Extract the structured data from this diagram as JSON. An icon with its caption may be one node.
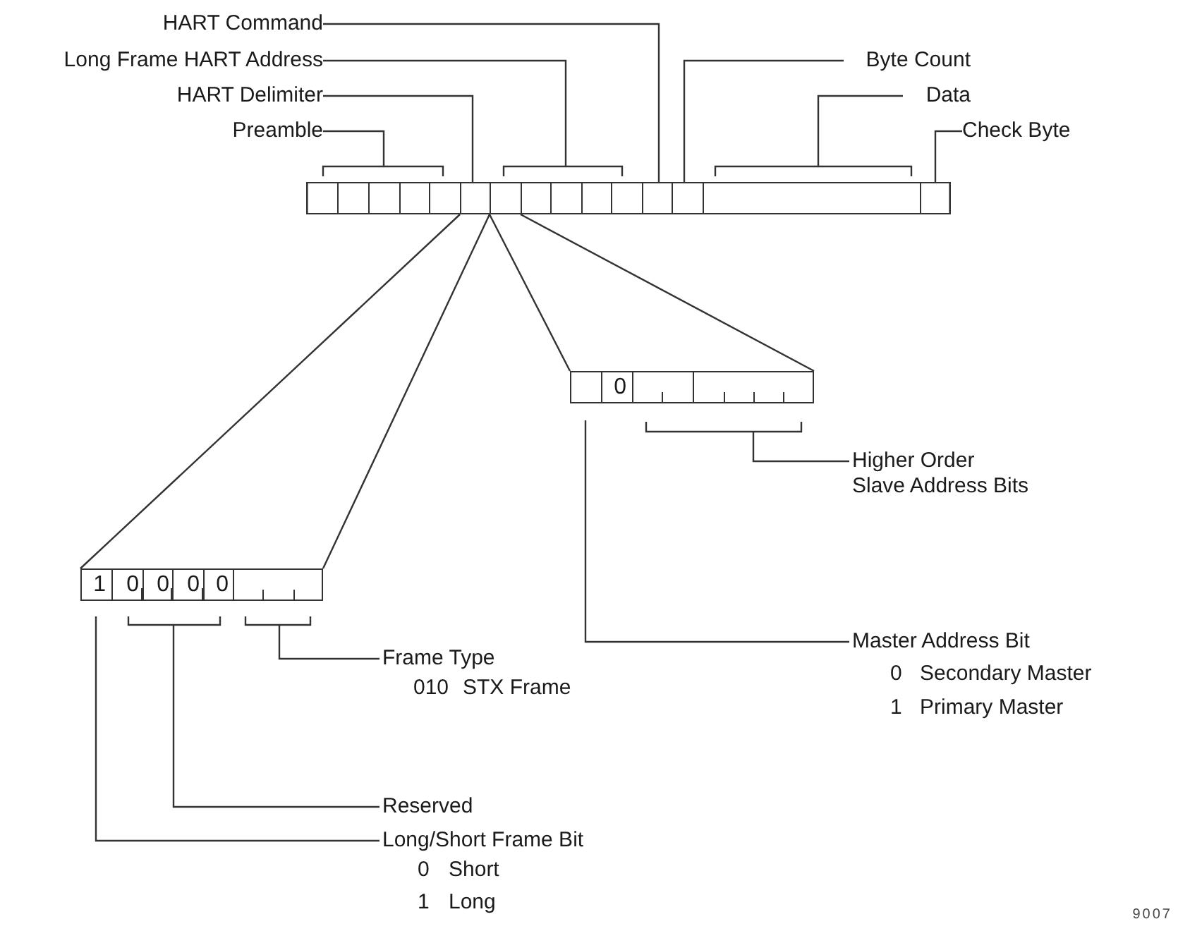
{
  "diagram": {
    "nodes": [
      {
        "text": [
          "HART Command"
        ]
      },
      {
        "text": [
          "Long Frame HART Address"
        ]
      },
      {
        "text": [
          "HART Delimiter"
        ]
      },
      {
        "text": [
          "Preamble"
        ]
      },
      {
        "text": [
          "Byte Count"
        ]
      },
      {
        "text": [
          "Data"
        ]
      },
      {
        "text": [
          "Check Byte"
        ]
      },
      {
        "text": [],
        "shape": "bar"
      },
      {
        "text": [],
        "shape": "box",
        "in": 7
      },
      {
        "text": [],
        "shape": "box",
        "in": 7
      },
      {
        "text": [],
        "shape": "box",
        "in": 7
      },
      {
        "text": [],
        "shape": "box",
        "in": 7
      },
      {
        "text": [],
        "shape": "box",
        "in": 7
      },
      {
        "text": [],
        "shape": "box",
        "in": 7
      },
      {
        "text": [],
        "shape": "box",
        "in": 7
      },
      {
        "text": [],
        "shape": "box"
      },
      {
        "text": [
          "1"
        ],
        "in": 15
      },
      {
        "text": [],
        "shape": "box",
        "in": 15
      },
      {
        "text": [
          "0"
        ],
        "in": 17
      },
      {
        "text": [
          "0"
        ],
        "in": 17
      },
      {
        "text": [
          "0"
        ],
        "in": 17
      },
      {
        "text": [
          "0"
        ],
        "in": 17
      },
      {
        "text": [],
        "shape": "box",
        "in": 15
      },
      {
        "text": [],
        "shape": "box"
      },
      {
        "text": [],
        "shape": "box",
        "in": 23
      },
      {
        "text": [
          "0"
        ],
        "in": 23
      },
      {
        "text": [],
        "shape": "box",
        "in": 23
      },
      {
        "text": [
          "Frame Type",
          "010",
          "STX Frame"
        ]
      },
      {
        "text": [
          "Reserved"
        ]
      },
      {
        "text": [
          "Long/Short Frame Bit",
          "0",
          "Short",
          "1",
          "Long"
        ]
      },
      {
        "text": [
          "Master Address Bit",
          "0",
          "Secondary Master",
          "1",
          "Primary Master"
        ]
      },
      {
        "text": [
          "Higher Order Slave Address Bits"
        ]
      }
    ],
    "edges": [
      {
        "from": 0,
        "to": 11,
        "arrow": "none"
      },
      {
        "from": 1,
        "to": 10,
        "arrow": "none"
      },
      {
        "from": 2,
        "to": 9,
        "arrow": "none"
      },
      {
        "from": 3,
        "to": 8,
        "arrow": "none"
      },
      {
        "from": 4,
        "to": 12,
        "arrow": "none"
      },
      {
        "from": 5,
        "to": 13,
        "arrow": "none"
      },
      {
        "from": 6,
        "to": 14,
        "arrow": "none"
      },
      {
        "from": 9,
        "to": 15,
        "arrow": "none"
      },
      {
        "from": 9,
        "to": 15,
        "arrow": "none"
      },
      {
        "from": 10,
        "to": 23,
        "arrow": "none"
      },
      {
        "from": 10,
        "to": 23,
        "arrow": "none"
      },
      {
        "from": 27,
        "to": 22,
        "arrow": "none"
      },
      {
        "from": 28,
        "to": 17,
        "arrow": "none"
      },
      {
        "from": 29,
        "to": 16,
        "arrow": "none"
      },
      {
        "from": 30,
        "to": 24,
        "arrow": "none"
      },
      {
        "from": 31,
        "to": 26,
        "arrow": "none"
      }
    ],
    "labels": [
      "9007"
    ]
  }
}
